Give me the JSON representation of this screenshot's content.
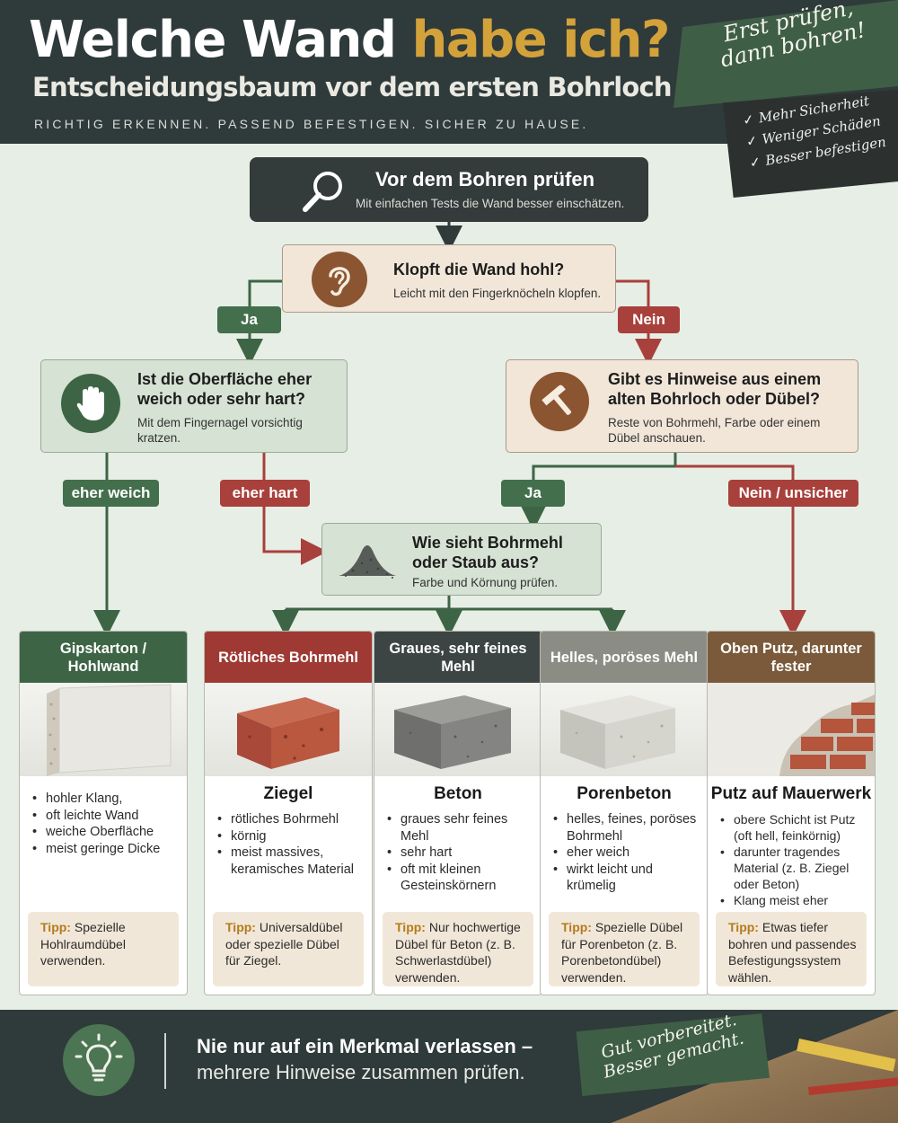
{
  "header": {
    "title_main": "Welche Wand",
    "title_accent": "habe ich?",
    "subtitle": "Entscheidungsbaum vor dem ersten Bohrloch",
    "tagline": "RICHTIG ERKENNEN. PASSEND BEFESTIGEN. SICHER ZU HAUSE.",
    "slogan_line1": "Erst prüfen,",
    "slogan_line2": "dann bohren!",
    "checks": [
      "Mehr Sicherheit",
      "Weniger Schäden",
      "Besser befestigen"
    ]
  },
  "start": {
    "title": "Vor dem Bohren prüfen",
    "subtitle": "Mit einfachen Tests die Wand besser einschätzen.",
    "icon": "magnifier-icon"
  },
  "q1": {
    "title": "Klopft die Wand hohl?",
    "subtitle": "Leicht mit den Fingerknöcheln klopfen.",
    "icon": "ear-icon",
    "yes_label": "Ja",
    "no_label": "Nein"
  },
  "q2": {
    "title_line1": "Ist die Oberfläche eher",
    "title_line2": "weich oder sehr hart?",
    "subtitle_line1": "Mit dem Fingernagel vorsichtig",
    "subtitle_line2": "kratzen.",
    "icon": "hand-icon",
    "soft_label": "eher weich",
    "hard_label": "eher hart"
  },
  "q3": {
    "title_line1": "Gibt es Hinweise aus einem",
    "title_line2": "alten Bohrloch oder Dübel?",
    "subtitle_line1": "Reste von Bohrmehl, Farbe oder einem",
    "subtitle_line2": "Dübel anschauen.",
    "icon": "hammer-icon",
    "yes_label": "Ja",
    "no_label": "Nein / unsicher"
  },
  "q4": {
    "title_line1": "Wie sieht Bohrmehl",
    "title_line2": "oder Staub aus?",
    "subtitle": "Farbe und Körnung prüfen.",
    "icon": "dust-pile-icon"
  },
  "cards": [
    {
      "header": "Gipskarton / Hohlwand",
      "header_color": "#3d6545",
      "title": "",
      "bullets": [
        "hohler Klang,",
        "oft leichte Wand",
        "weiche Oberfläche",
        "meist geringe Dicke"
      ],
      "tip_label": "Tipp:",
      "tip_text": " Spezielle Hohlraumdübel verwenden.",
      "image": "drywall-panel"
    },
    {
      "header": "Rötliches Bohrmehl",
      "header_color": "#9e3a33",
      "title": "Ziegel",
      "bullets": [
        "rötliches Bohrmehl",
        "körnig",
        "meist massives, keramisches Material"
      ],
      "tip_label": "Tipp:",
      "tip_text": " Universaldübel oder spezielle Dübel für Ziegel.",
      "image": "red-brick"
    },
    {
      "header": "Graues, sehr feines Mehl",
      "header_color": "#3c4444",
      "title": "Beton",
      "bullets": [
        "graues sehr feines Mehl",
        "sehr hart",
        "oft mit kleinen Gesteinskörnern"
      ],
      "tip_label": "Tipp:",
      "tip_text": " Nur hochwertige Dübel für Beton (z. B. Schwerlastdübel) verwenden.",
      "image": "concrete-block"
    },
    {
      "header": "Helles, poröses Mehl",
      "header_color": "#8b8d84",
      "title": "Porenbeton",
      "bullets": [
        "helles, feines, poröses Bohrmehl",
        "eher weich",
        "wirkt leicht und krümelig"
      ],
      "tip_label": "Tipp:",
      "tip_text": " Spezielle Dübel für Porenbeton (z. B. Porenbetondübel) verwenden.",
      "image": "aerated-concrete-block"
    },
    {
      "header": "Oben Putz, darunter fester",
      "header_color": "#7b5a3b",
      "title": "Putz auf Mauerwerk",
      "bullets": [
        "obere Schicht ist Putz (oft hell, feinkörnig)",
        "darunter tragendes Material (z. B. Ziegel oder Beton)",
        "Klang meist eher massiv"
      ],
      "tip_label": "Tipp:",
      "tip_text": " Etwas tiefer bohren und passendes Befestigungssystem wählen.",
      "image": "plaster-over-brick"
    }
  ],
  "footer": {
    "line1": "Nie nur auf ein Merkmal verlassen –",
    "line2": "mehrere Hinweise zusammen prüfen.",
    "slogan_line1": "Gut vorbereitet.",
    "slogan_line2": "Besser gemacht.",
    "icon": "lightbulb-icon"
  },
  "colors": {
    "dark": "#2f3a3a",
    "accent_gold": "#d3a23a",
    "green": "#436f4c",
    "red": "#a8403b",
    "beige": "#f1e6d8"
  }
}
